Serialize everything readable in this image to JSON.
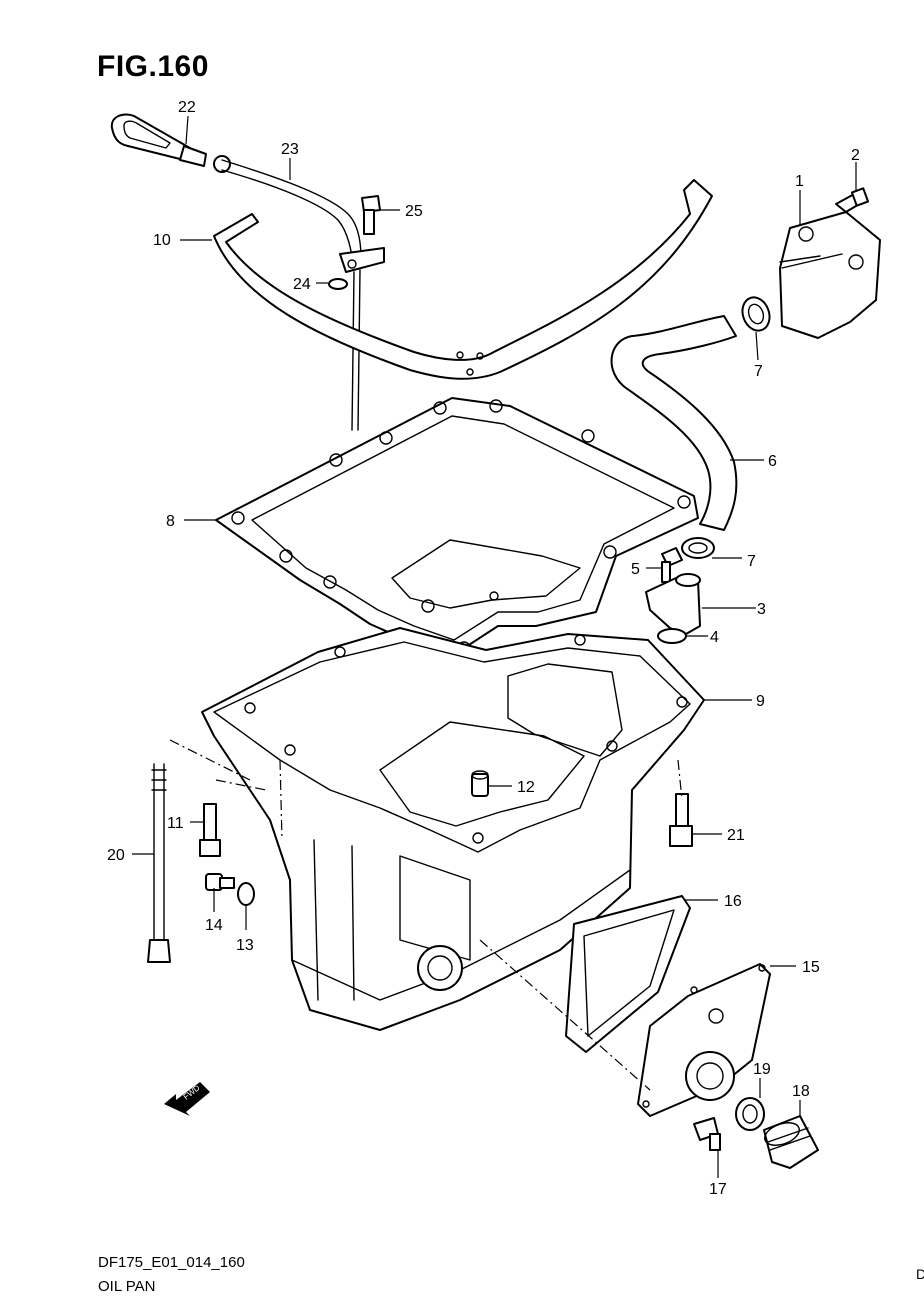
{
  "figure": {
    "title": "FIG.160",
    "code": "DF175_E01_014_160",
    "name": "OIL PAN",
    "corner_mark": "D"
  },
  "arrow": {
    "label": "FWD",
    "icon": "fwd-arrow-icon"
  },
  "callouts": [
    "1",
    "2",
    "3",
    "4",
    "5",
    "6",
    "7",
    "7",
    "8",
    "9",
    "10",
    "11",
    "12",
    "13",
    "14",
    "15",
    "16",
    "17",
    "18",
    "19",
    "20",
    "21",
    "22",
    "23",
    "24",
    "25"
  ]
}
